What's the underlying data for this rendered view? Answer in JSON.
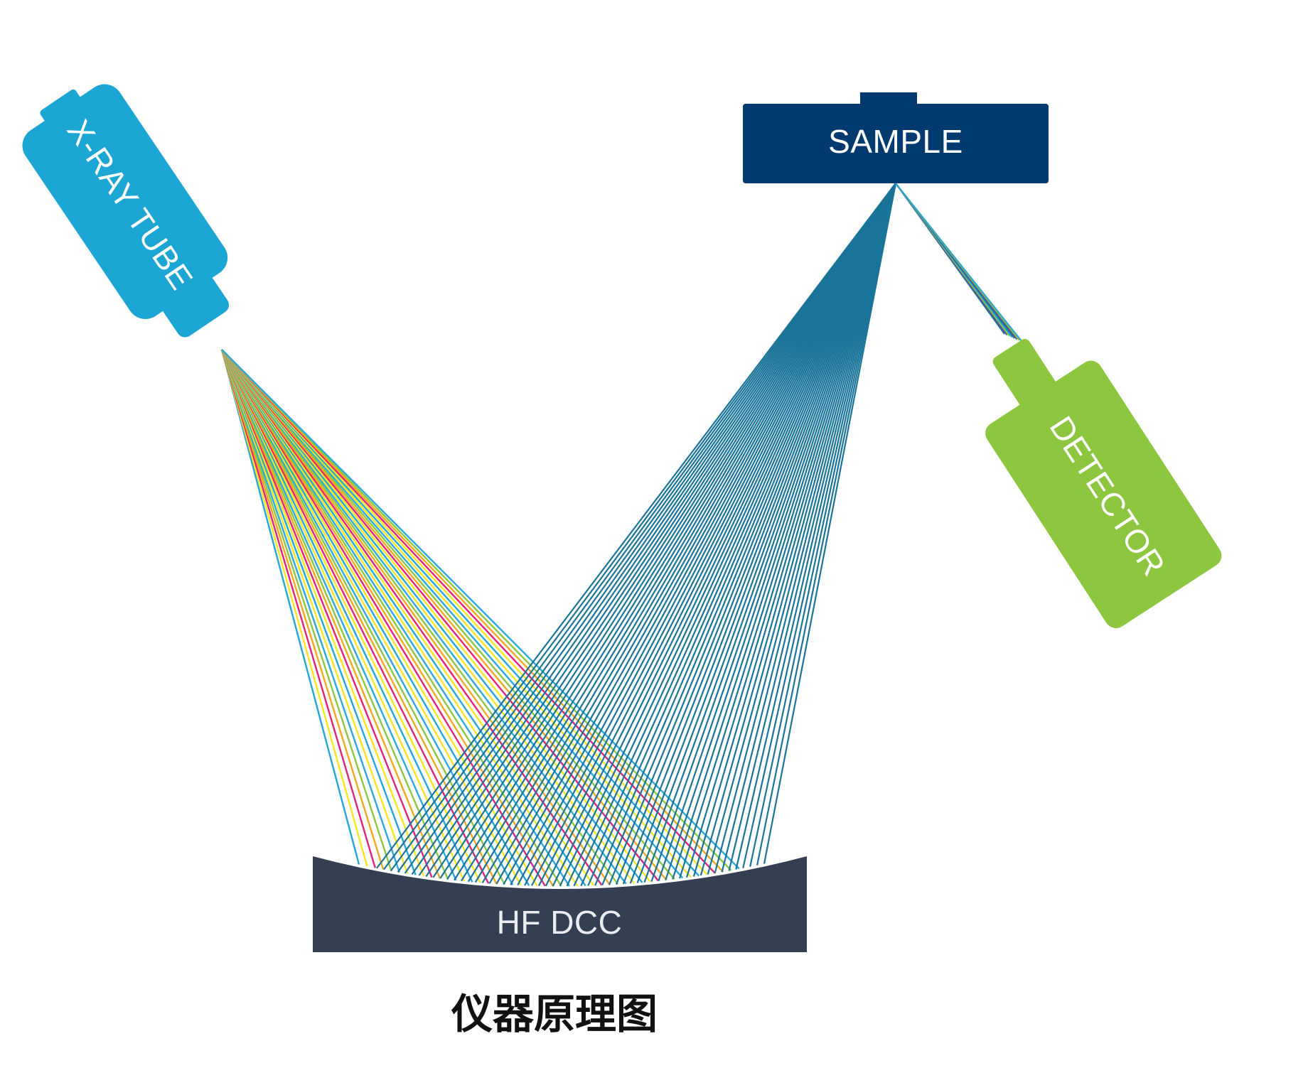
{
  "components": {
    "xray_tube": {
      "label": "X-RAY TUBE",
      "color": "#1ba6d3"
    },
    "sample": {
      "label": "SAMPLE",
      "color": "#013a6e"
    },
    "detector": {
      "label": "DETECTOR",
      "color": "#8dc63f"
    },
    "optic": {
      "label": "HF DCC",
      "color": "#343f53"
    }
  },
  "beams": {
    "incident_colors": [
      "#22a7d6",
      "#f6e71c",
      "#e2227b",
      "#f2a81d",
      "#8dc63f",
      "#2aa9dd",
      "#f9e51f"
    ],
    "diffracted_color": "#1a7499",
    "detected_colors": [
      "#1a7499",
      "#5b4fa0",
      "#8dc63f",
      "#22a7d6"
    ]
  },
  "caption": "仪器原理图"
}
